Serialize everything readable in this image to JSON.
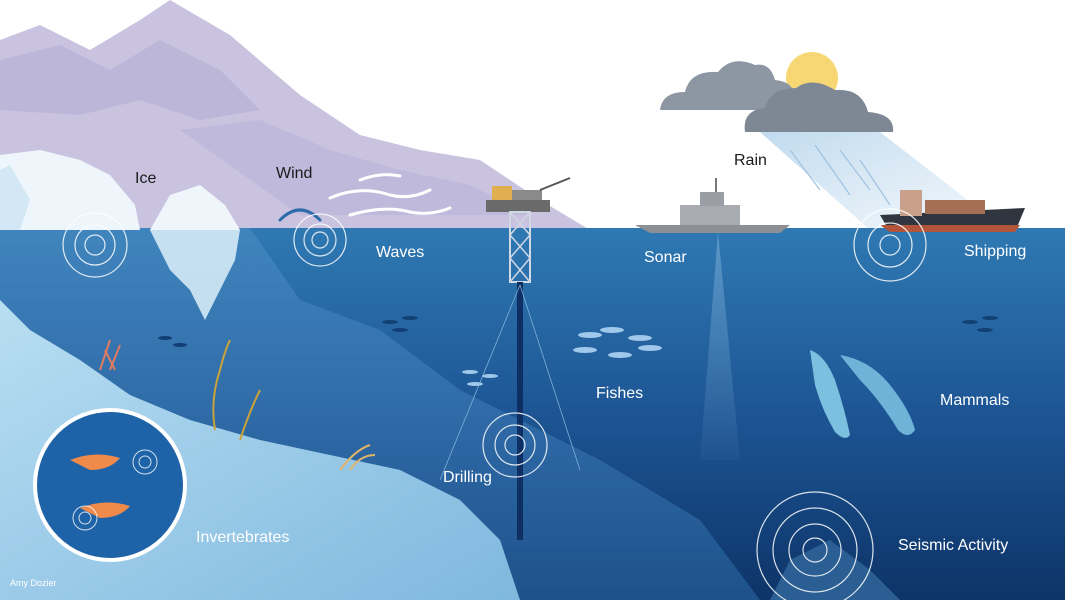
{
  "labels": {
    "ice": "Ice",
    "wind": "Wind",
    "rain": "Rain",
    "waves": "Waves",
    "sonar": "Sonar",
    "shipping": "Shipping",
    "fishes": "Fishes",
    "mammals": "Mammals",
    "drilling": "Drilling",
    "invertebrates": "Invertebrates",
    "seismic": "Seismic Activity"
  },
  "credit": "Amy Dozier",
  "colors": {
    "sky": "#ffffff",
    "mountain": "#c9c3e0",
    "ocean_surface": "#2a6fa8",
    "ocean_deep": "#0f3a73",
    "seafloor_light": "#9fcfea",
    "cloud": "#8d96a3",
    "sun": "#f7d774"
  }
}
